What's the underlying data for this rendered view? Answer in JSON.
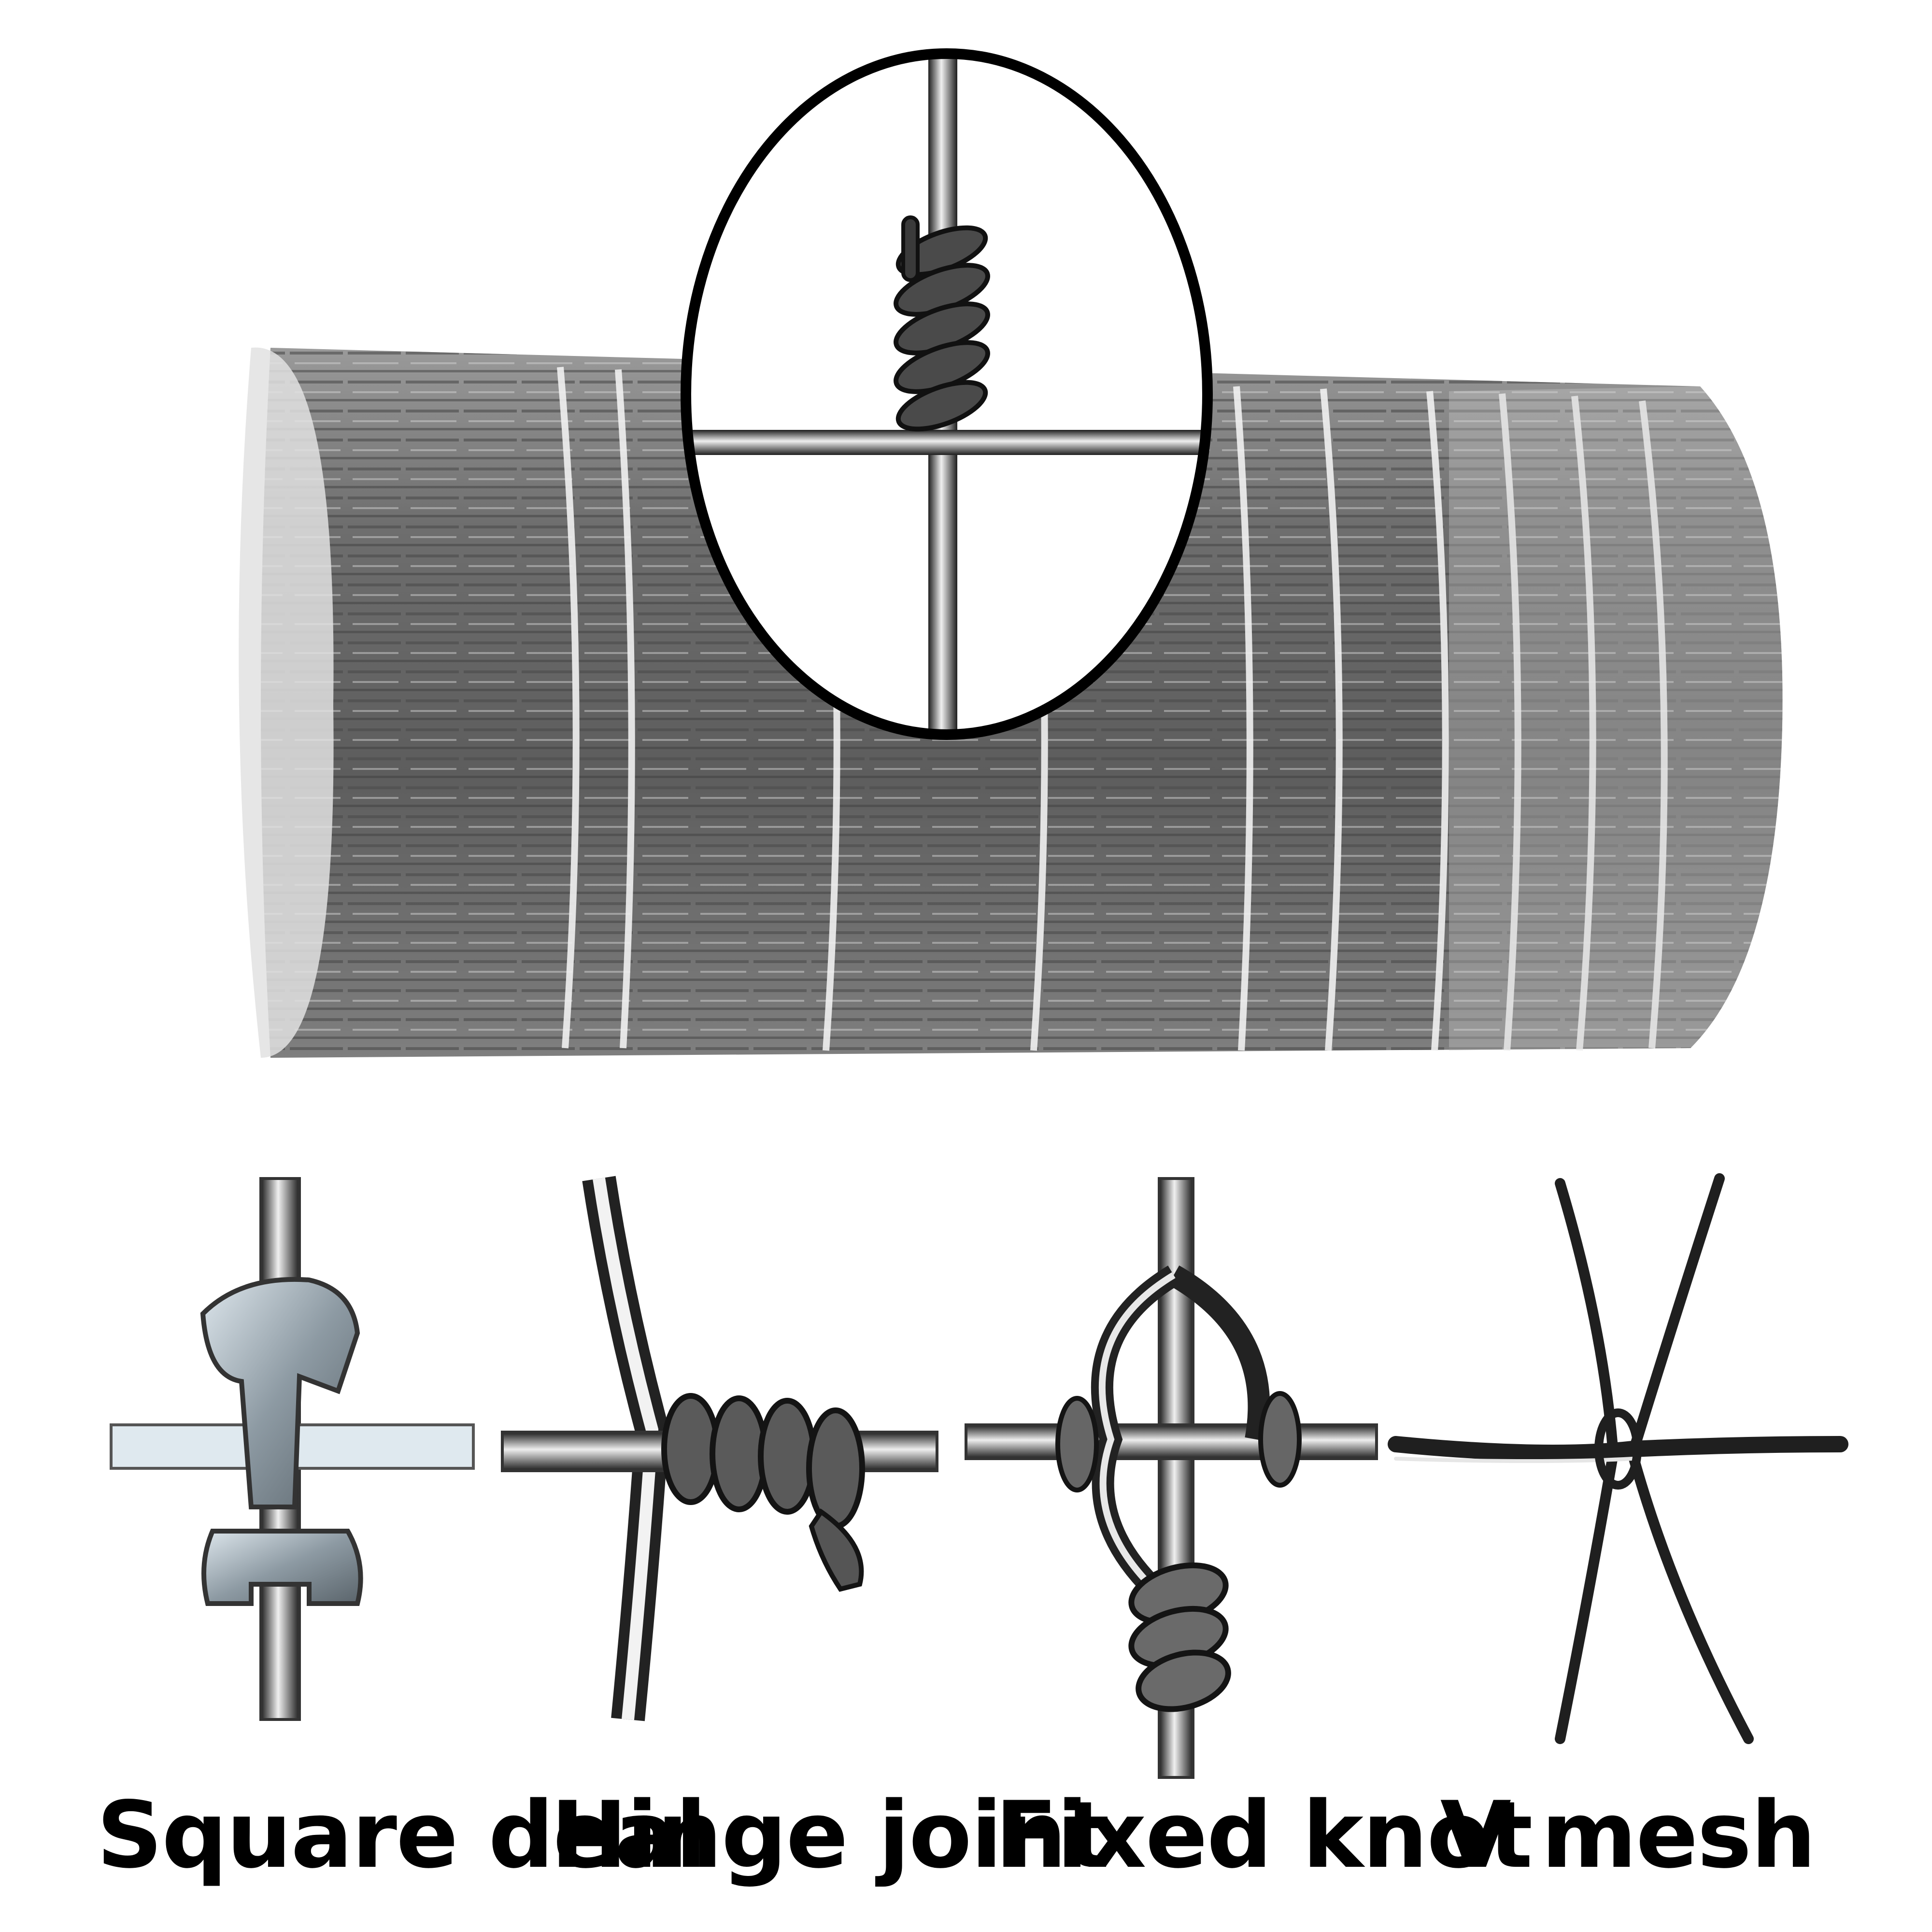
{
  "labels": {
    "square_deal": "Square deal",
    "hinge_joint": "Hinge joint",
    "fixed_knot": "Fixed knot",
    "v_mesh": "V mesh"
  },
  "colors": {
    "background": "#ffffff",
    "roll_dark": "#6e6e6e",
    "roll_light": "#b9b9b9",
    "wire": "#2a2a2a",
    "wire_highlight": "#e8e8e8",
    "text": "#000000"
  }
}
